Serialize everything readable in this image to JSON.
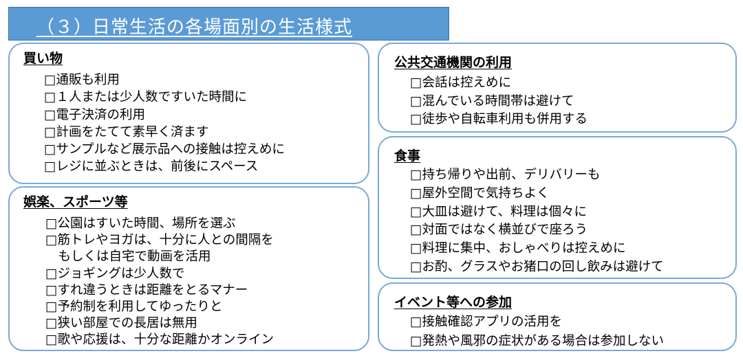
{
  "title": "（３）日常生活の各場面別の生活様式",
  "sections": {
    "shopping": {
      "heading": "買い物",
      "items": [
        "□通販も利用",
        "□１人または少人数ですいた時間に",
        "□電子決済の利用",
        "□計画をたてて素早く済ます",
        "□サンプルなど展示品への接触は控えめに",
        "□レジに並ぶときは、前後にスペース"
      ]
    },
    "leisure": {
      "heading": "娯楽、スポーツ等",
      "items": [
        "□公園はすいた時間、場所を選ぶ",
        "□筋トレやヨガは、十分に人との間隔を",
        "もしくは自宅で動画を活用",
        "□ジョギングは少人数で",
        "□すれ違うときは距離をとるマナー",
        "□予約制を利用してゆったりと",
        "□狭い部屋での長居は無用",
        "□歌や応援は、十分な距離かオンライン"
      ]
    },
    "transit": {
      "heading": "公共交通機関の利用",
      "items": [
        "□会話は控えめに",
        "□混んでいる時間帯は避けて",
        "□徒歩や自転車利用も併用する"
      ]
    },
    "meals": {
      "heading": "食事",
      "items": [
        "□持ち帰りや出前、デリバリーも",
        "□屋外空間で気持ちよく",
        "□大皿は避けて、料理は個々に",
        "□対面ではなく横並びで座ろう",
        "□料理に集中、おしゃべりは控えめに",
        "□お酌、グラスやお猪口の回し飲みは避けて"
      ]
    },
    "events": {
      "heading": "イベント等への参加",
      "items": [
        "□接触確認アプリの活用を",
        "□発熱や風邪の症状がある場合は参加しない"
      ]
    }
  },
  "colors": {
    "banner": "#5b9bd5",
    "box_border": "#7aa7d9"
  }
}
